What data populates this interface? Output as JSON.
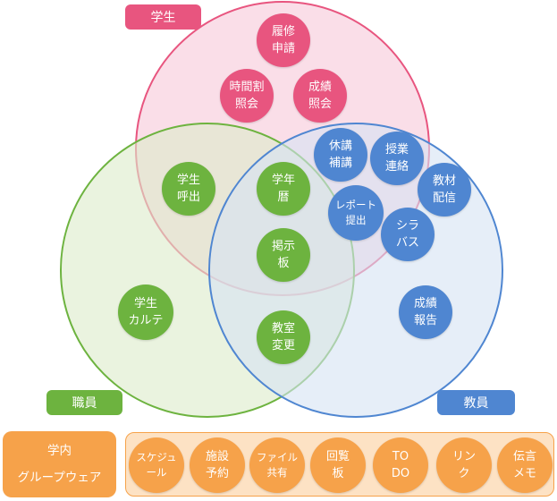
{
  "sets": [
    {
      "label": "学生",
      "color": "#e8557f",
      "fill": "#f8d3e0"
    },
    {
      "label": "職員",
      "color": "#6db33f",
      "fill": "#dcebc9"
    },
    {
      "label": "教員",
      "color": "#4f86d1",
      "fill": "#d6e2f4"
    }
  ],
  "nodes": {
    "rishu": {
      "line1": "履修",
      "line2": "申請"
    },
    "jikanwari": {
      "line1": "時間割",
      "line2": "照会"
    },
    "seiseki": {
      "line1": "成績",
      "line2": "照会"
    },
    "kyuko": {
      "line1": "休講",
      "line2": "補講"
    },
    "jugyo": {
      "line1": "授業",
      "line2": "連絡"
    },
    "kyozai": {
      "line1": "教材",
      "line2": "配信"
    },
    "report": {
      "line1": "レポート",
      "line2": "提出"
    },
    "syllabus": {
      "line1": "シラ",
      "line2": "バス"
    },
    "gakusei_yobidashi": {
      "line1": "学生",
      "line2": "呼出"
    },
    "gakunenreki": {
      "line1": "学年",
      "line2": "暦"
    },
    "keijiban": {
      "line1": "掲示",
      "line2": "板"
    },
    "karte": {
      "line1": "学生",
      "line2": "カルテ"
    },
    "kyoshitsu": {
      "line1": "教室",
      "line2": "変更"
    },
    "seiseki_hokoku": {
      "line1": "成績",
      "line2": "報告"
    }
  },
  "groupware": {
    "line1": "学内",
    "line2": "グループウェア",
    "items": [
      {
        "line1": "スケジュ",
        "line2": "ール"
      },
      {
        "line1": "施設",
        "line2": "予約"
      },
      {
        "line1": "ファイル",
        "line2": "共有"
      },
      {
        "line1": "回覧",
        "line2": "板"
      },
      {
        "line1": "TO",
        "line2": "DO"
      },
      {
        "line1": "リン",
        "line2": "ク"
      },
      {
        "line1": "伝言",
        "line2": "メモ"
      }
    ]
  }
}
